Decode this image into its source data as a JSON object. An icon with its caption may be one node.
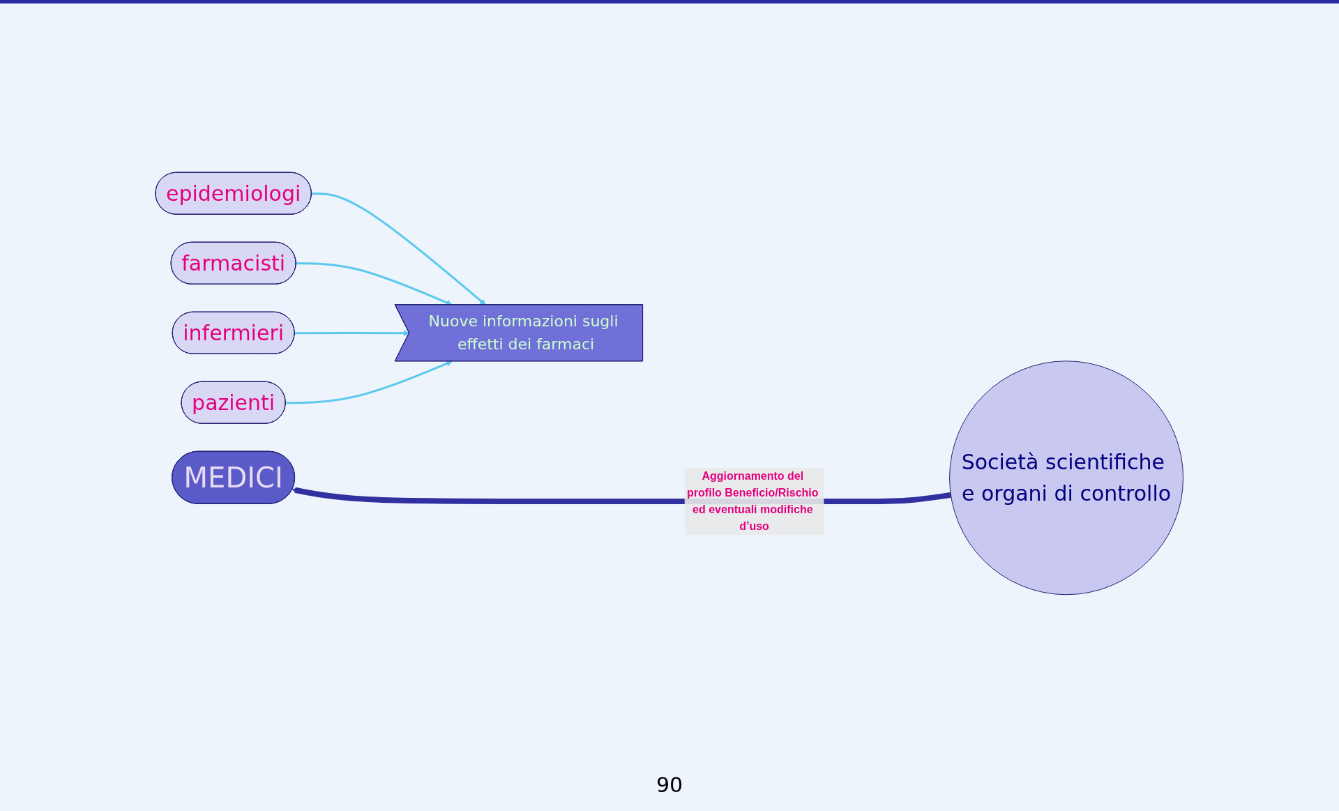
{
  "diagram": {
    "nodes": [
      {
        "text": [
          "epidemiologi"
        ]
      },
      {
        "text": [
          "farmacisti"
        ]
      },
      {
        "text": [
          "infermieri"
        ]
      },
      {
        "text": [
          "pazienti"
        ]
      },
      {
        "text": [
          "MEDICI"
        ]
      },
      {
        "text": [
          "Nuove informazioni sugli effetti dei farmaci"
        ]
      },
      {
        "text": [
          "Società scientifiche e organi di controllo"
        ]
      }
    ],
    "edges": [
      {
        "from": 0,
        "to": 5,
        "arrow": "to",
        "color": "#5bc8f0"
      },
      {
        "from": 1,
        "to": 5,
        "arrow": "to",
        "color": "#5bc8f0"
      },
      {
        "from": 2,
        "to": 5,
        "arrow": "to",
        "color": "#5bc8f0"
      },
      {
        "from": 3,
        "to": 5,
        "arrow": "to",
        "color": "#5bc8f0"
      },
      {
        "from": 6,
        "to": 4,
        "arrow": "to",
        "label": "Aggiornamento del profilo Beneficio/Rischio ed eventuali modifiche d’uso",
        "style": "thick",
        "color": "#3030a0"
      }
    ],
    "labels": [
      "90"
    ]
  }
}
